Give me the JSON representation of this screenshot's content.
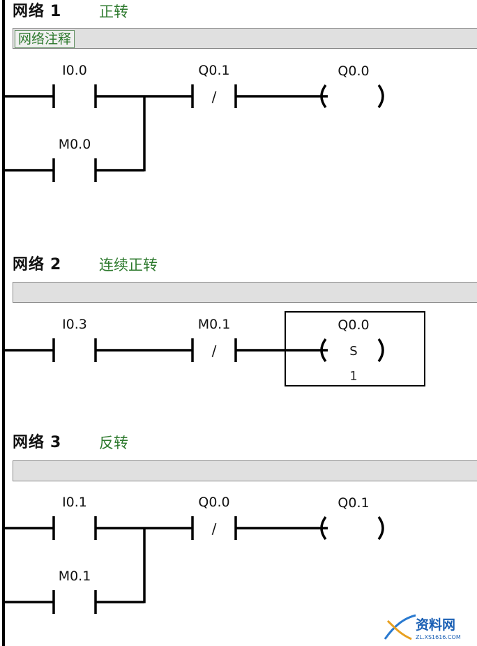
{
  "networks": [
    {
      "label": "网络",
      "number": "1",
      "title": "正转",
      "comment": "网络注释",
      "rungs": [
        {
          "contacts": [
            {
              "address": "I0.0",
              "type": "NO"
            },
            {
              "address": "Q0.1",
              "type": "NC",
              "symbol": "/"
            }
          ],
          "coil": {
            "address": "Q0.0",
            "instruction": "",
            "count": ""
          }
        }
      ],
      "parallel": [
        {
          "address": "M0.0",
          "type": "NO"
        }
      ]
    },
    {
      "label": "网络",
      "number": "2",
      "title": "连续正转",
      "comment": "",
      "rungs": [
        {
          "contacts": [
            {
              "address": "I0.3",
              "type": "NO"
            },
            {
              "address": "M0.1",
              "type": "NC",
              "symbol": "/"
            }
          ],
          "coil": {
            "address": "Q0.0",
            "instruction": "S",
            "count": "1"
          }
        }
      ],
      "parallel": []
    },
    {
      "label": "网络",
      "number": "3",
      "title": "反转",
      "comment": "",
      "rungs": [
        {
          "contacts": [
            {
              "address": "I0.1",
              "type": "NO"
            },
            {
              "address": "Q0.0",
              "type": "NC",
              "symbol": "/"
            }
          ],
          "coil": {
            "address": "Q0.1",
            "instruction": "",
            "count": ""
          }
        }
      ],
      "parallel": [
        {
          "address": "M0.1",
          "type": "NO"
        }
      ]
    }
  ],
  "watermark": {
    "brand": "资料网",
    "url": "ZL.XS1616.COM",
    "colors": {
      "brand": "#1a5fb4",
      "swoosh": "#2a7ad0",
      "accent": "#e8a020"
    }
  }
}
